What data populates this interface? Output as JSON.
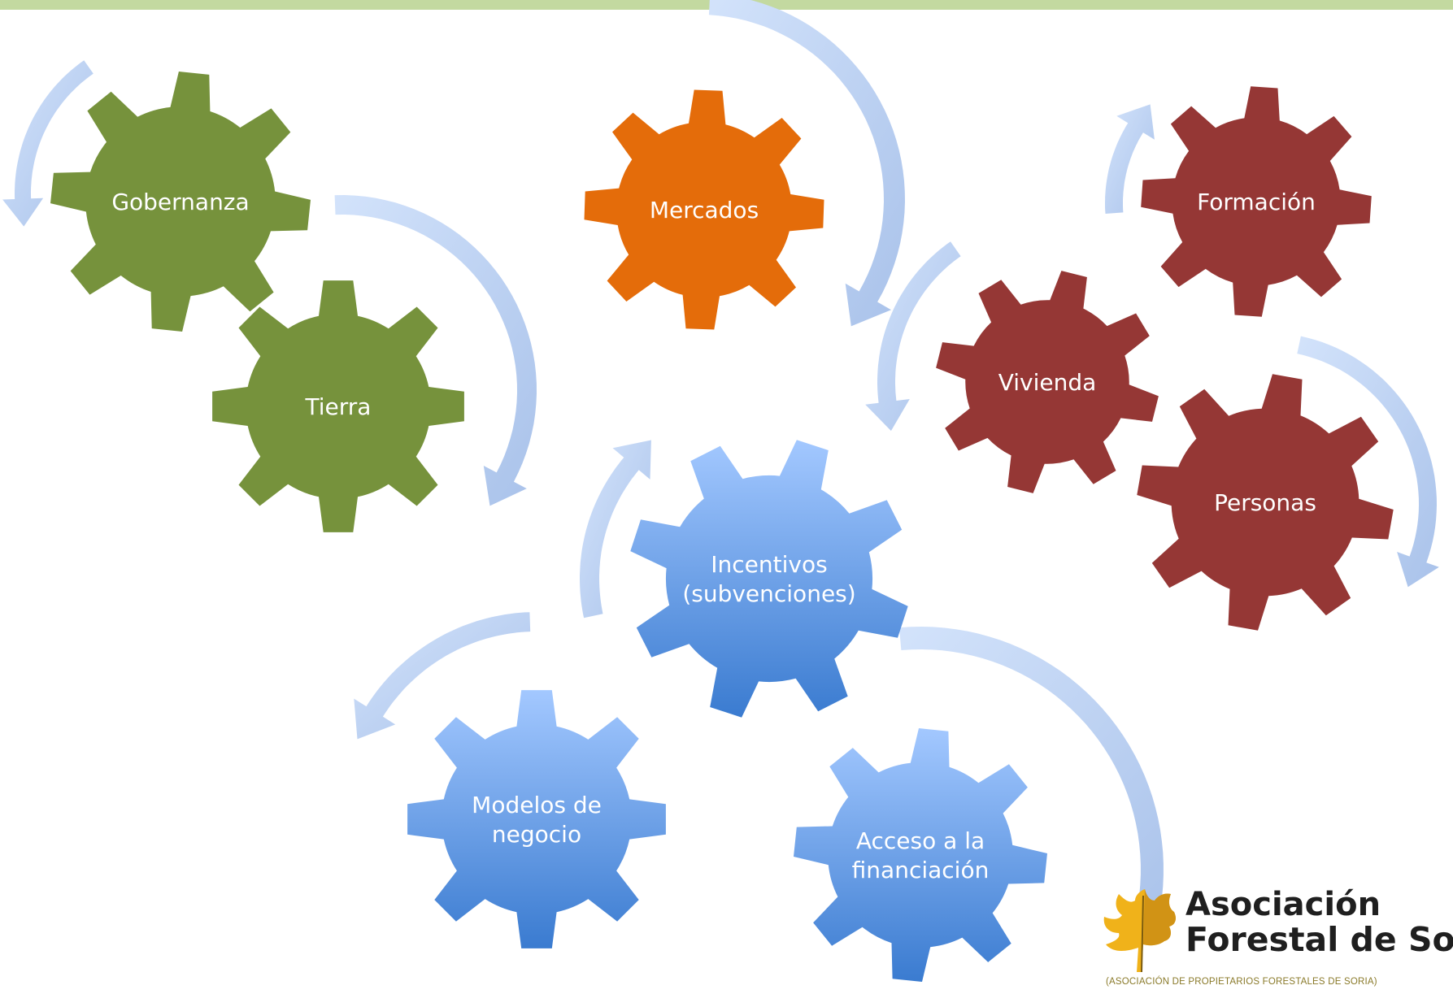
{
  "colors": {
    "top_bar": "#c3d9a0",
    "green": "#76923c",
    "orange": "#e46c0a",
    "red": "#953735",
    "blue_light": "#9dc3fb",
    "blue_dark": "#3d7fd4",
    "arrow": "#c6d9f8",
    "logo_text": "#1f1f1f"
  },
  "gears": [
    {
      "id": "gobernanza",
      "lines": [
        "Gobernanza"
      ],
      "color": "green",
      "icon": "gear-icon"
    },
    {
      "id": "tierra",
      "lines": [
        "Tierra"
      ],
      "color": "green",
      "icon": "gear-icon"
    },
    {
      "id": "mercados",
      "lines": [
        "Mercados"
      ],
      "color": "orange",
      "icon": "gear-icon"
    },
    {
      "id": "formacion",
      "lines": [
        "Formación"
      ],
      "color": "red",
      "icon": "gear-icon"
    },
    {
      "id": "vivienda",
      "lines": [
        "Vivienda"
      ],
      "color": "red",
      "icon": "gear-icon"
    },
    {
      "id": "personas",
      "lines": [
        "Personas"
      ],
      "color": "red",
      "icon": "gear-icon"
    },
    {
      "id": "incentivos",
      "lines": [
        "Incentivos",
        "(subvenciones)"
      ],
      "color": "blue",
      "icon": "gear-icon"
    },
    {
      "id": "modelos",
      "lines": [
        "Modelos de",
        "negocio"
      ],
      "color": "blue",
      "icon": "gear-icon"
    },
    {
      "id": "acceso",
      "lines": [
        "Acceso a la",
        "financiación"
      ],
      "color": "blue",
      "icon": "gear-icon"
    }
  ],
  "logo": {
    "icon": "oak-leaf-icon",
    "line1": "Asociación",
    "line2": "Forestal de Soria",
    "tagline": "(ASOCIACIÓN DE PROPIETARIOS FORESTALES DE SORIA)"
  }
}
